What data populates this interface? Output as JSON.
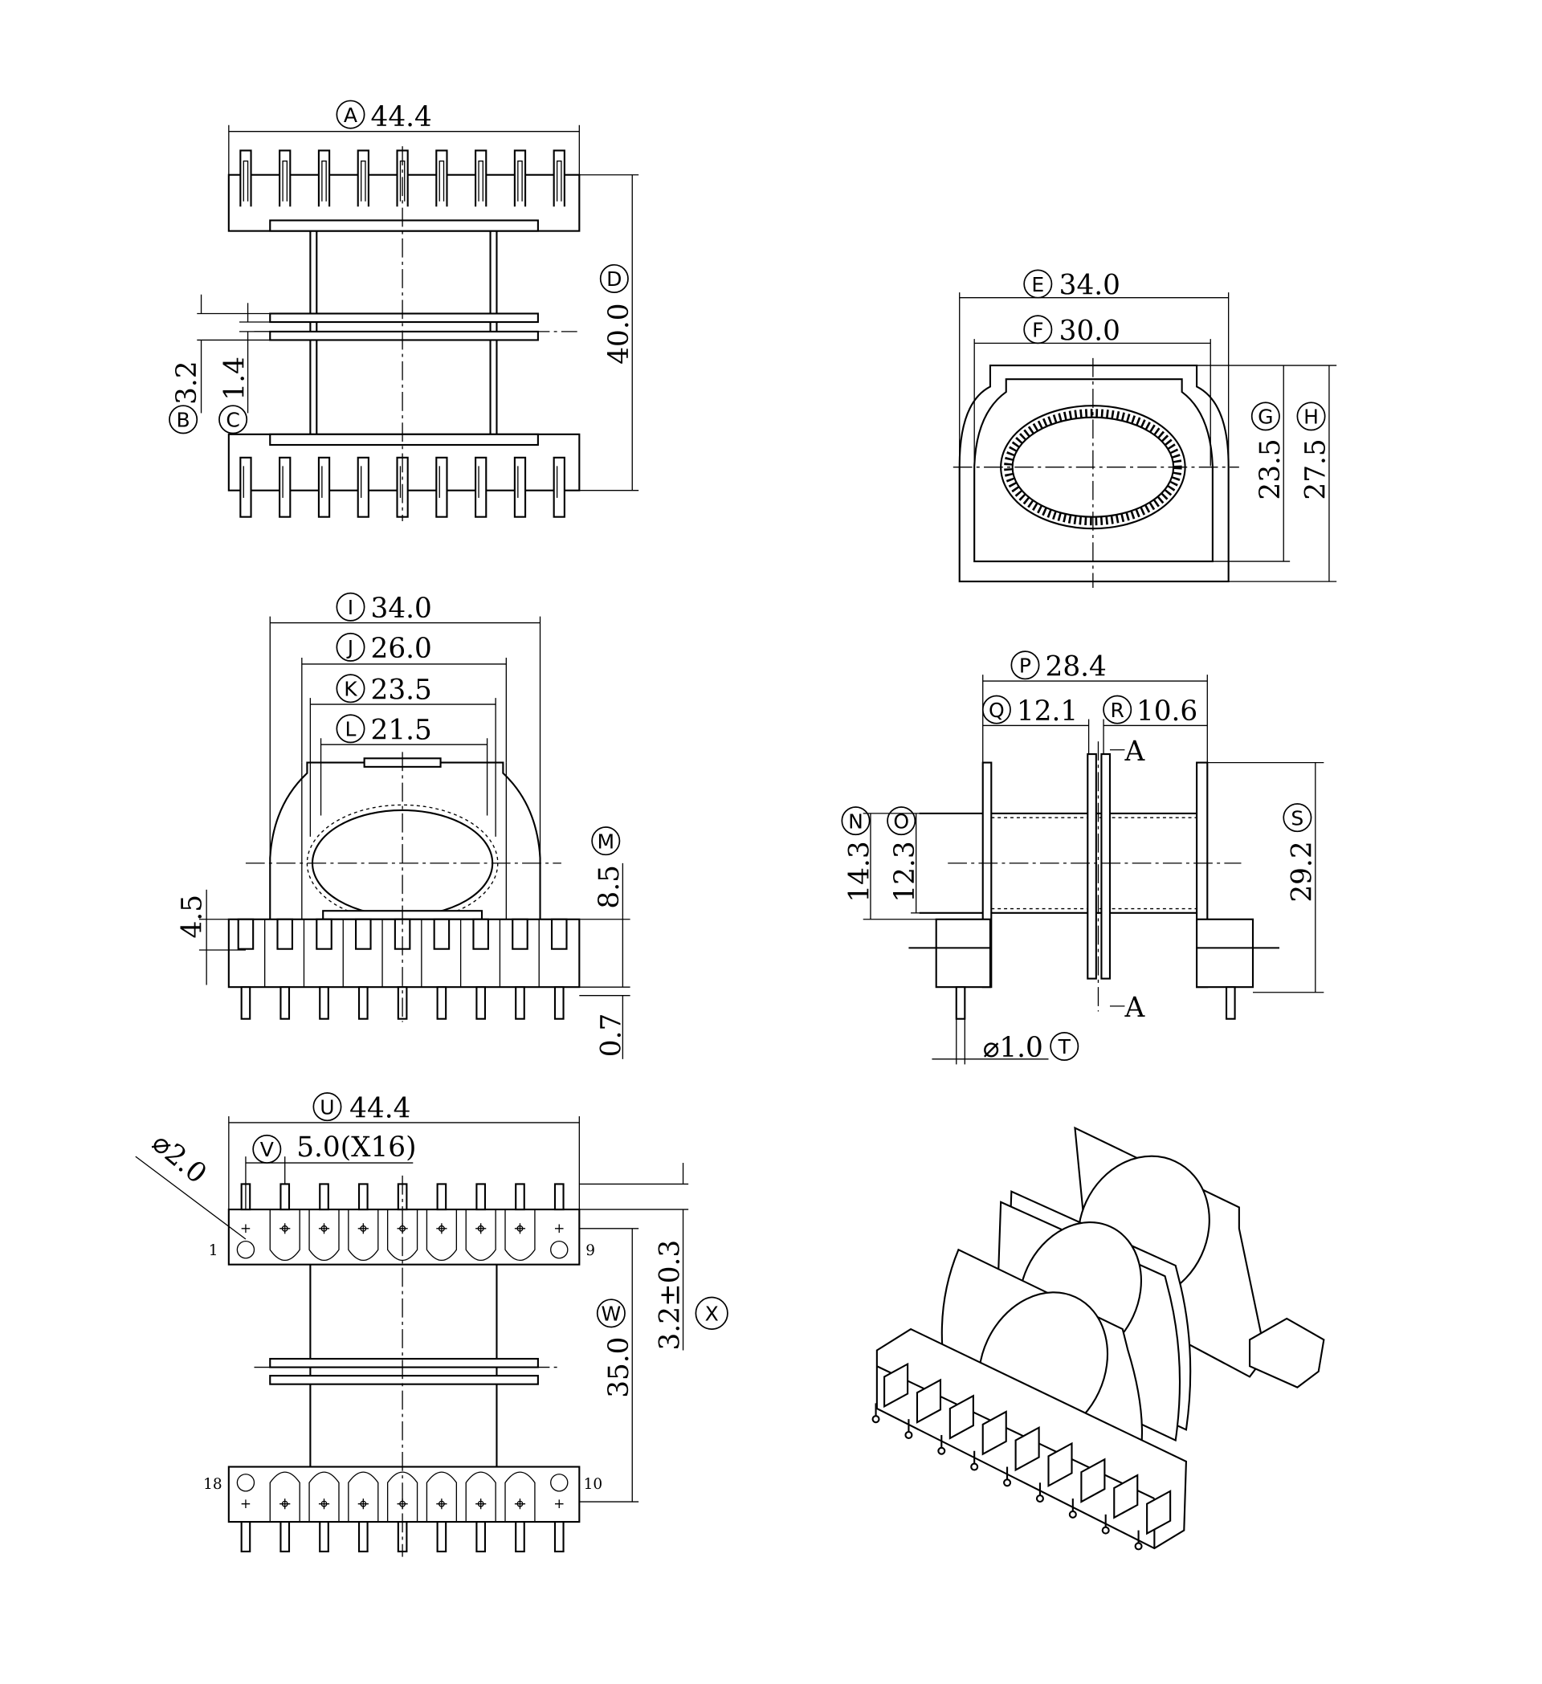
{
  "title": "Bobbin mechanical drawing",
  "views": {
    "top_view": {
      "A": {
        "letter": "A",
        "value": "44.4"
      },
      "D": {
        "letter": "D",
        "value": "40.0"
      },
      "B": {
        "letter": "B",
        "value": "3.2"
      },
      "C": {
        "letter": "C",
        "value": "1.4"
      }
    },
    "end_view": {
      "E": {
        "letter": "E",
        "value": "34.0"
      },
      "F": {
        "letter": "F",
        "value": "30.0"
      },
      "G": {
        "letter": "G",
        "value": "23.5"
      },
      "H": {
        "letter": "H",
        "value": "27.5"
      }
    },
    "front_view": {
      "I": {
        "letter": "I",
        "value": "34.0"
      },
      "J": {
        "letter": "J",
        "value": "26.0"
      },
      "K": {
        "letter": "K",
        "value": "23.5"
      },
      "L": {
        "letter": "L",
        "value": "21.5"
      },
      "M": {
        "letter": "M",
        "value": "8.5"
      },
      "base_height": "4.5",
      "pin_offset": "0.7"
    },
    "side_view": {
      "P": {
        "letter": "P",
        "value": "28.4"
      },
      "Q": {
        "letter": "Q",
        "value": "12.1"
      },
      "R": {
        "letter": "R",
        "value": "10.6"
      },
      "N": {
        "letter": "N",
        "value": "14.3"
      },
      "O": {
        "letter": "O",
        "value": "12.3"
      },
      "S": {
        "letter": "S",
        "value": "29.2"
      },
      "T": {
        "letter": "T",
        "value": "⌀1.0"
      },
      "section_mark": "A"
    },
    "bottom_view": {
      "U": {
        "letter": "U",
        "value": "44.4"
      },
      "V": {
        "letter": "V",
        "value": "5.0(X16)"
      },
      "hole_dia": "⌀2.0",
      "W": {
        "letter": "W",
        "value": "35.0"
      },
      "X": {
        "letter": "X",
        "value": "3.2±0.3"
      },
      "pin_labels": {
        "p1": "1",
        "p9": "9",
        "p18": "18",
        "p10": "10"
      }
    }
  }
}
